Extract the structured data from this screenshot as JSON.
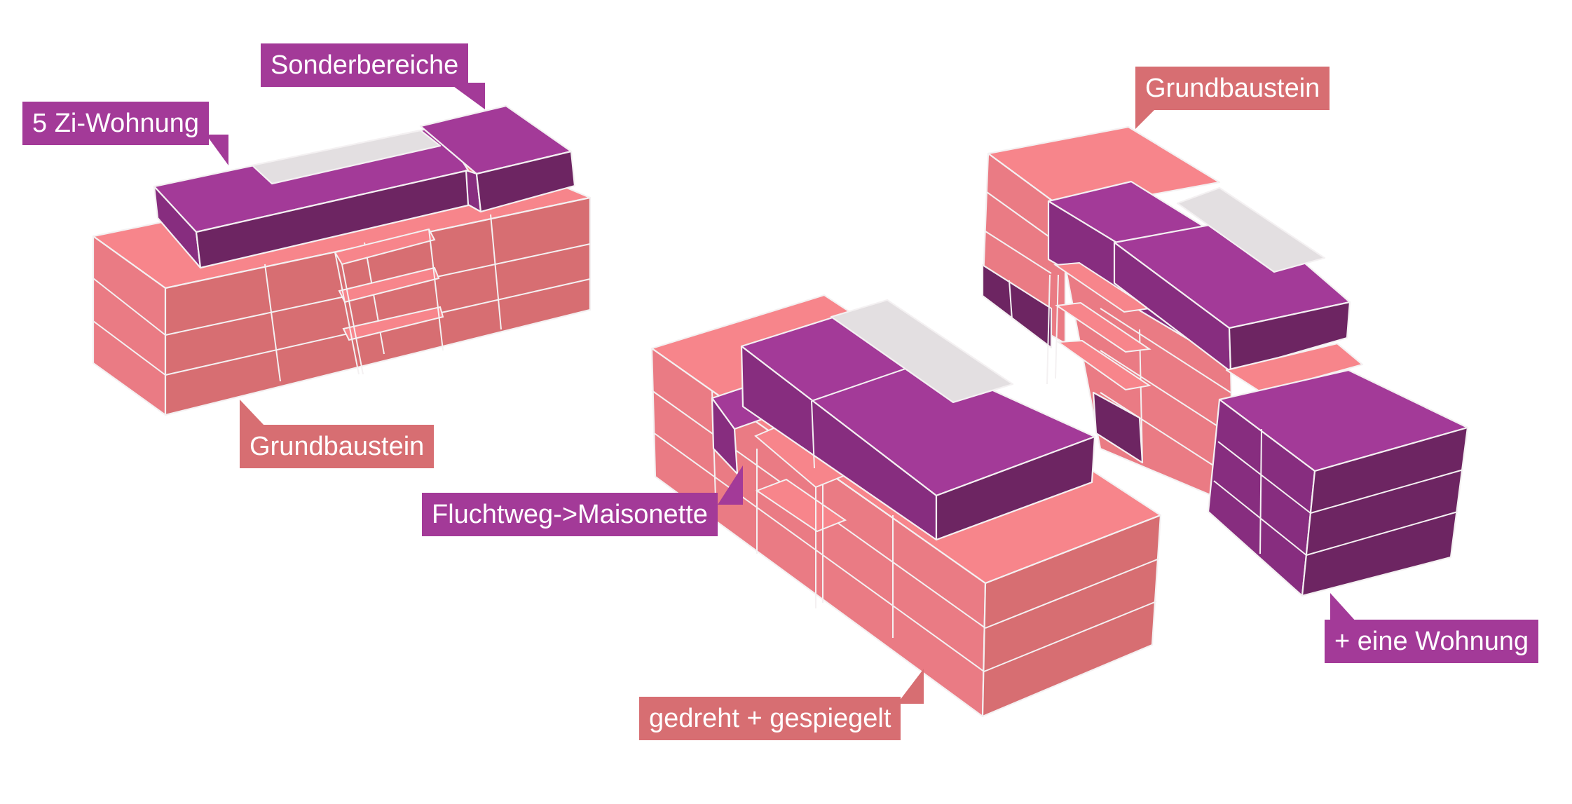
{
  "colors": {
    "pink_top": "#f7858b",
    "pink_left": "#ea7b84",
    "pink_right": "#d76e72",
    "purple_top": "#a33a98",
    "purple_left": "#872d7f",
    "purple_right": "#6d2562",
    "grey": "#e3dfe1",
    "edge": "#f4f1f2",
    "label_pink": "#d76e72",
    "label_purple": "#a33a98"
  },
  "labels": {
    "sonderbereiche": "Sonderbereiche",
    "zi_wohnung": "5 Zi-Wohnung",
    "grundbaustein_left": "Grundbaustein",
    "grundbaustein_right": "Grundbaustein",
    "fluchtweg": "Fluchtweg->Maisonette",
    "gedreht": "gedreht + gespiegelt",
    "eine_wohnung": "+ eine Wohnung"
  }
}
